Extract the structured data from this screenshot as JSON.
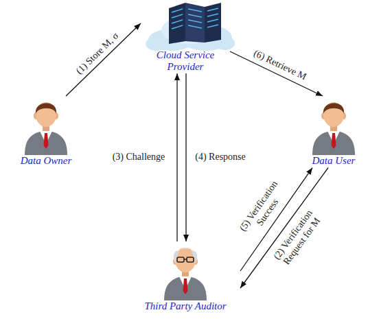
{
  "diagram": {
    "nodes": [
      {
        "text": [
          "Cloud Service Provider"
        ]
      },
      {
        "text": [
          "Data Owner"
        ]
      },
      {
        "text": [
          "Data User"
        ]
      },
      {
        "text": [
          "Third Party Auditor"
        ]
      }
    ],
    "edges": [
      {
        "from": 1,
        "to": 0,
        "label": "(1) Store M, σ",
        "arrow": "to"
      },
      {
        "from": 3,
        "to": 0,
        "label": "(3) Challenge",
        "arrow": "to"
      },
      {
        "from": 0,
        "to": 3,
        "label": "(4) Response",
        "arrow": "to"
      },
      {
        "from": 2,
        "to": 3,
        "label": "(2) Verification Request for M",
        "arrow": "to"
      },
      {
        "from": 3,
        "to": 2,
        "label": "(5) Verification Success",
        "arrow": "to"
      },
      {
        "from": 0,
        "to": 2,
        "label": "(6) Retrieve M",
        "arrow": "to"
      }
    ]
  }
}
